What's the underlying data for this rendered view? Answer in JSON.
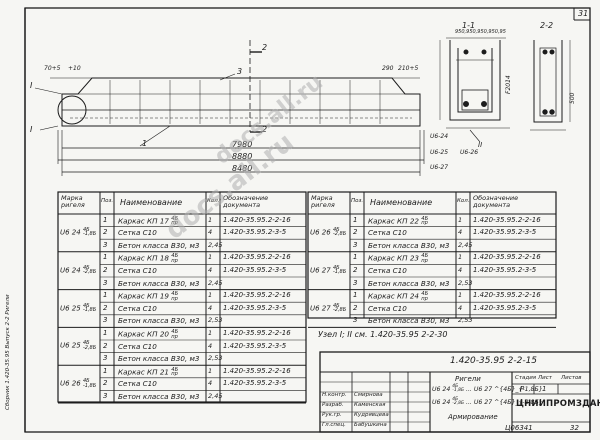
{
  "sheet": {
    "page_number": "31",
    "doc_code": "1.420-35.95 2-2-15",
    "node_ref": "Узел I; II см. 1.420-35.95 2-2-30",
    "inventory": "Ц06341",
    "inventory_suffix": "32",
    "side_stamp": "Сборник 1.420-35.95 Выпуск 2-2 Ригели"
  },
  "drawing": {
    "sections": [
      "1-1",
      "2-2"
    ],
    "markers": [
      "2",
      "1",
      "3",
      "I",
      "II"
    ],
    "dims_top": [
      "70+5",
      "+10",
      "290",
      "210+5"
    ],
    "dims_lengths": [
      "7980",
      "8880",
      "8480"
    ],
    "section_labels": [
      "U6-24",
      "U6-25",
      "U6-26",
      "U6-27",
      "F2014",
      "500",
      "950,950,950,950,95"
    ]
  },
  "table_headers": {
    "mark": "Марка ригеля",
    "pos": "Поз.",
    "name": "Наименование",
    "qty": "Кол.",
    "doc": "Обозначение документа"
  },
  "left_table": [
    {
      "mark": "U6 24 ^{4Б}_{-1,8Б}",
      "items": [
        {
          "pos": "1",
          "name": "Каркас КП 17 ^{4Б}_{пр}",
          "qty": "1",
          "doc": "1.420-35.95.2-2-16"
        },
        {
          "pos": "2",
          "name": "Сетка С10",
          "qty": "4",
          "doc": "1.420-35.95.2-3-5"
        },
        {
          "pos": "3",
          "name": "Бетон класса В30, м3",
          "qty": "2,45",
          "doc": ""
        }
      ]
    },
    {
      "mark": "U6 24 ^{4Б}_{-2,8Б}",
      "items": [
        {
          "pos": "1",
          "name": "Каркас КП 18 ^{4Б}_{пр}",
          "qty": "1",
          "doc": "1.420-35.95.2-2-16"
        },
        {
          "pos": "2",
          "name": "Сетка С10",
          "qty": "4",
          "doc": "1.420-35.95.2-3-5"
        },
        {
          "pos": "3",
          "name": "Бетон класса В30, м3",
          "qty": "2,45",
          "doc": ""
        }
      ]
    },
    {
      "mark": "U6 25 ^{4Б}_{-1,8Б}",
      "items": [
        {
          "pos": "1",
          "name": "Каркас КП 19 ^{4Б}_{пр}",
          "qty": "1",
          "doc": "1.420-35.95.2-2-16"
        },
        {
          "pos": "2",
          "name": "Сетка С10",
          "qty": "4",
          "doc": "1.420-35.95.2-3-5"
        },
        {
          "pos": "3",
          "name": "Бетон класса В30, м3",
          "qty": "2,53",
          "doc": ""
        }
      ]
    },
    {
      "mark": "U6 25 ^{4Б}_{-2,8Б}",
      "items": [
        {
          "pos": "1",
          "name": "Каркас КП 20 ^{4Б}_{пр}",
          "qty": "1",
          "doc": "1.420-35.95.2-2-16"
        },
        {
          "pos": "2",
          "name": "Сетка С10",
          "qty": "4",
          "doc": "1.420-35.95.2-3-5"
        },
        {
          "pos": "3",
          "name": "Бетон класса В30, м3",
          "qty": "2,53",
          "doc": ""
        }
      ]
    },
    {
      "mark": "U6 26 ^{4Б}_{-1,8Б}",
      "items": [
        {
          "pos": "1",
          "name": "Каркас КП 21 ^{4Б}_{пр}",
          "qty": "1",
          "doc": "1.420-35.95.2-2-16"
        },
        {
          "pos": "2",
          "name": "Сетка С10",
          "qty": "4",
          "doc": "1.420-35.95.2-3-5"
        },
        {
          "pos": "3",
          "name": "Бетон класса В30, м3",
          "qty": "2,45",
          "doc": ""
        }
      ]
    }
  ],
  "right_table": [
    {
      "mark": "U6 26 ^{4Б}_{-2,8Б}",
      "items": [
        {
          "pos": "1",
          "name": "Каркас КП 22 ^{4Б}_{пр}",
          "qty": "1",
          "doc": "1.420-35.95.2-2-16"
        },
        {
          "pos": "2",
          "name": "Сетка С10",
          "qty": "4",
          "doc": "1.420-35.95.2-3-5"
        },
        {
          "pos": "3",
          "name": "Бетон класса В30, м3",
          "qty": "2,45",
          "doc": ""
        }
      ]
    },
    {
      "mark": "U6 27 ^{4Б}_{-1,8Б}",
      "items": [
        {
          "pos": "1",
          "name": "Каркас КП 23 ^{4Б}_{пр}",
          "qty": "1",
          "doc": "1.420-35.95.2-2-16"
        },
        {
          "pos": "2",
          "name": "Сетка С10",
          "qty": "4",
          "doc": "1.420-35.95.2-3-5"
        },
        {
          "pos": "3",
          "name": "Бетон класса В30, м3",
          "qty": "2,53",
          "doc": ""
        }
      ]
    },
    {
      "mark": "U6 27 ^{4Б}_{-2,8Б}",
      "items": [
        {
          "pos": "1",
          "name": "Каркас КП 24 ^{4Б}_{пр}",
          "qty": "1",
          "doc": "1.420-35.95.2-2-16"
        },
        {
          "pos": "2",
          "name": "Сетка С10",
          "qty": "4",
          "doc": "1.420-35.95.2-3-5"
        },
        {
          "pos": "3",
          "name": "Бетон класса В30, м3",
          "qty": "2,53",
          "doc": ""
        }
      ]
    }
  ],
  "stamp": {
    "roles": [
      "Н.контр.",
      "Разраб.",
      "Рук.гр.",
      "Гл.спец."
    ],
    "names": [
      "Смирнова",
      "Каменская",
      "Кудрявцева",
      "Бабушкина"
    ],
    "title_lines": [
      "Ригели",
      "U6 24 ^{4Б}_{-1,8Б} ... U6 27 ^{4Б}_{-1,8Б}",
      "U6 24 ^{4Б}_{-2,8Б} ... U6 27 ^{4Б}_{-2,8Б}",
      "Армирование"
    ],
    "stage_header": "Стадия",
    "sheet_header": "Лист",
    "sheets_header": "Листов",
    "stage": "Р",
    "sheet": "1",
    "org": "ЦНИИПРОМЗДАНИЙ"
  },
  "watermark": "docs.all.ru"
}
